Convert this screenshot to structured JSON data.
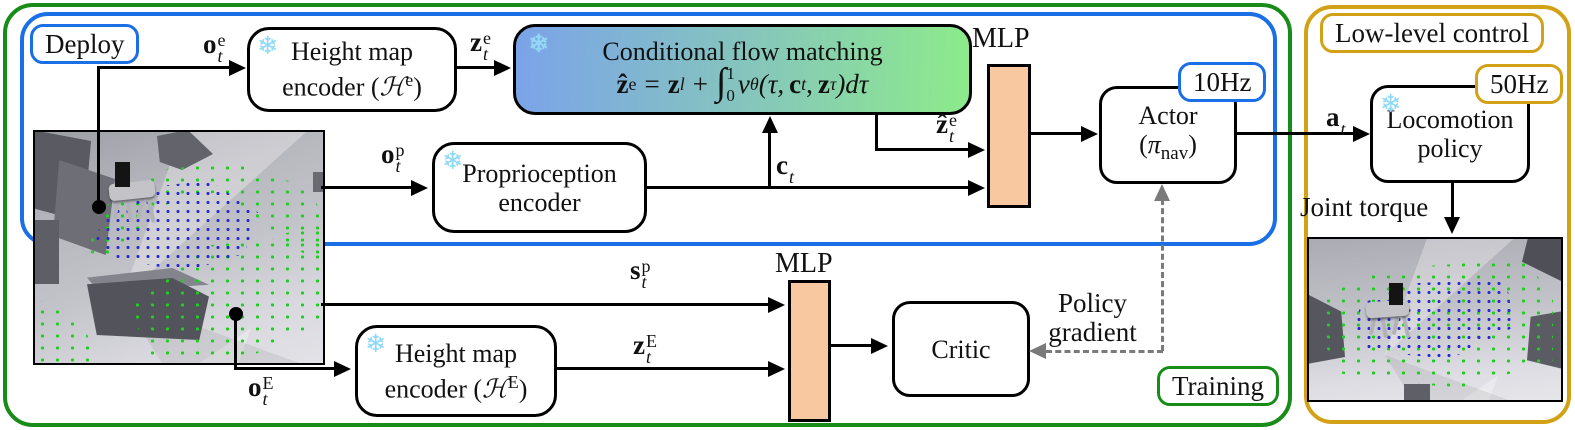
{
  "labels": {
    "deploy": "Deploy",
    "training": "Training",
    "low_level": "Low-level control",
    "actor_rate": "10Hz",
    "loco_rate": "50Hz",
    "mlp_top": "MLP",
    "mlp_bottom": "MLP",
    "joint_torque": "Joint torque",
    "policy_gradient_line1": "Policy",
    "policy_gradient_line2": "gradient"
  },
  "boxes": {
    "height_encoder_deploy": {
      "line1": "Height map",
      "line2_prefix": "encoder (",
      "symbol": "ℋ",
      "superscript": "e",
      "line2_suffix": ")"
    },
    "height_encoder_training": {
      "line1": "Height map",
      "line2_prefix": "encoder (",
      "symbol": "ℋ",
      "superscript": "E",
      "line2_suffix": ")"
    },
    "proprio": {
      "line1": "Proprioception",
      "line2": "encoder"
    },
    "cfm": {
      "title": "Conditional flow matching",
      "formula": {
        "zhat": "ẑ",
        "zhat_sup": "e",
        "equals": "=",
        "z": "z",
        "z_sup": "l",
        "plus": "+",
        "integral": "∫",
        "upper": "1",
        "lower": "0",
        "v": "v",
        "v_sub": "θ",
        "open_tau": "(τ,",
        "c": "c",
        "c_sub": "t",
        "comma": ",",
        "z2": "z",
        "z2_sub": "τ",
        "close": ")dτ"
      }
    },
    "actor": {
      "line1": "Actor",
      "open": "(",
      "pi": "π",
      "pi_sub": "nav",
      "close": ")"
    },
    "critic": "Critic",
    "loco": {
      "line1": "Locomotion",
      "line2": "policy"
    }
  },
  "signals": {
    "o_e": {
      "base": "o",
      "sub": "t",
      "sup": "e"
    },
    "z_e": {
      "base": "z",
      "sub": "t",
      "sup": "e"
    },
    "o_p": {
      "base": "o",
      "sub": "t",
      "sup": "p"
    },
    "c": {
      "base": "c",
      "sub": "t",
      "sup": ""
    },
    "zhat_e": {
      "base": "ẑ",
      "sub": "t",
      "sup": "e"
    },
    "a": {
      "base": "a",
      "sub": "t",
      "sup": ""
    },
    "s_p": {
      "base": "s",
      "sub": "t",
      "sup": "p"
    },
    "z_E": {
      "base": "z",
      "sub": "t",
      "sup": "E"
    },
    "o_E": {
      "base": "o",
      "sub": "t",
      "sup": "E"
    }
  },
  "icons": {
    "snowflake": "❄"
  },
  "colors": {
    "training_border": "#188c18",
    "deploy_border": "#1a6ee6",
    "lowlevel_border": "#d2a115",
    "mlp_fill": "#f8c9a1",
    "cfm_gradient_start": "#7ba3e9",
    "cfm_gradient_end": "#8deb8a",
    "snowflake": "#8fd9f7",
    "terrain_dots_green": "#1fcf1f",
    "terrain_dots_blue": "#2a2ad0",
    "policy_gradient_arrow": "#7a7a7a"
  }
}
